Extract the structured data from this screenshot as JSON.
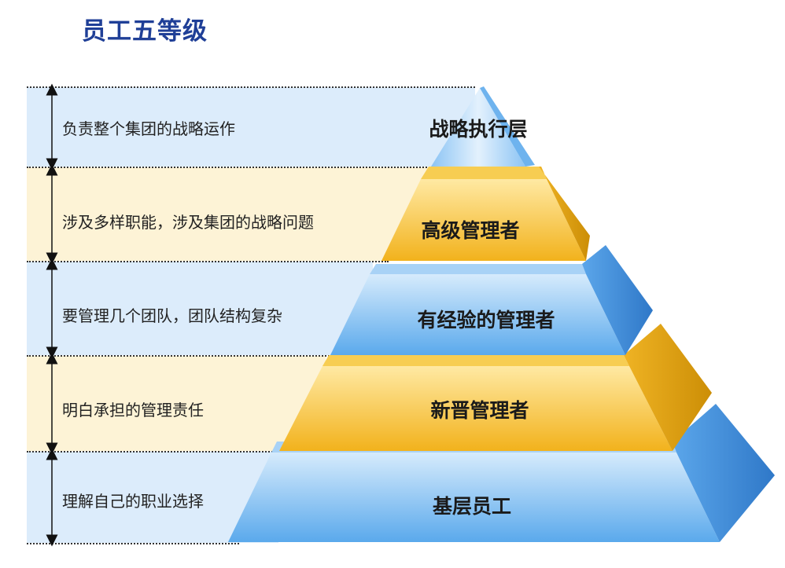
{
  "title": "员工五等级",
  "levels": [
    {
      "name": "战略执行层",
      "description": "负责整个集团的战略运作",
      "tone": "blue"
    },
    {
      "name": "高级管理者",
      "description": "涉及多样职能，涉及集团的战略问题",
      "tone": "yellow"
    },
    {
      "name": "有经验的管理者",
      "description": "要管理几个团队，团队结构复杂",
      "tone": "blue"
    },
    {
      "name": "新晋管理者",
      "description": "明白承担的管理责任",
      "tone": "yellow"
    },
    {
      "name": "基层员工",
      "description": "理解自己的职业选择",
      "tone": "blue"
    }
  ],
  "colors": {
    "title": "#1f3f97",
    "band_blue": "#dcecfb",
    "band_yellow": "#fdf3d6",
    "blue_front_top": "#cfe6fb",
    "blue_front_bottom": "#5aa9ec",
    "blue_side": "#3a86d6",
    "blue_top": "#9cc9f2",
    "yellow_front_top": "#ffe79a",
    "yellow_front_bottom": "#f2b21c",
    "yellow_side": "#d99a0a",
    "yellow_top": "#f7cb4a"
  }
}
